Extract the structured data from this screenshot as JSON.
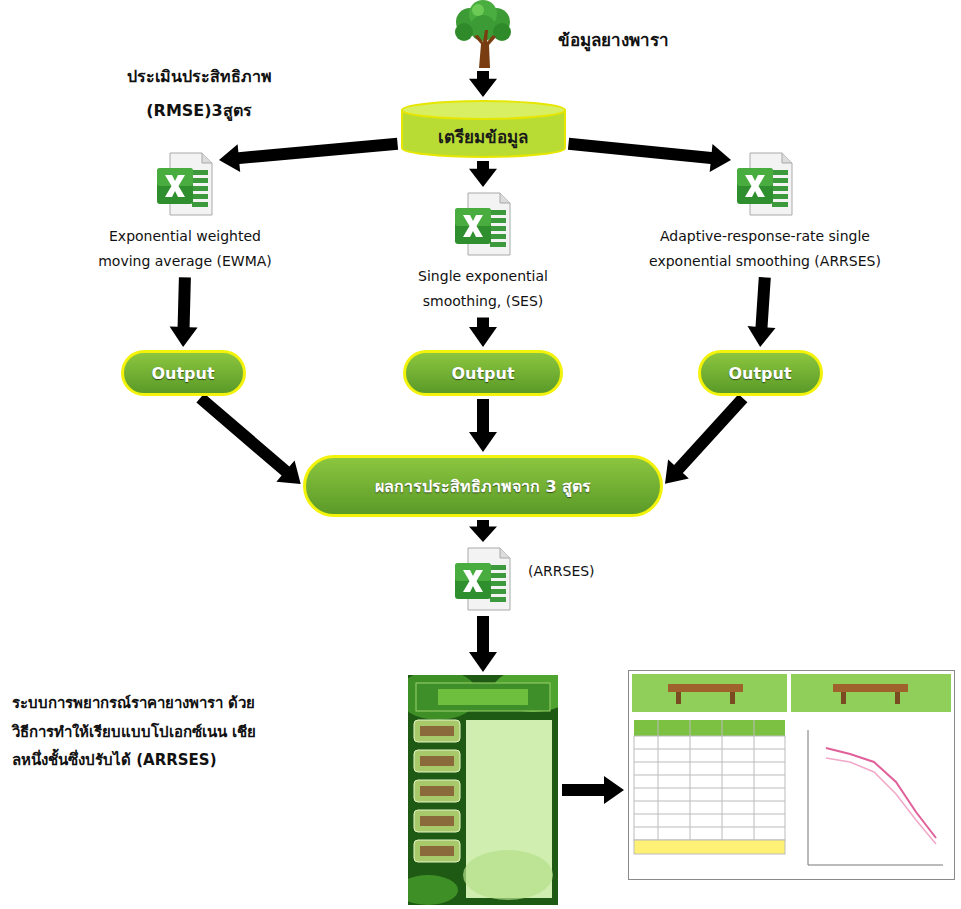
{
  "diagram": {
    "nodes": [
      {
        "text": [
          "ข้อมูลยางพารา"
        ]
      },
      {
        "text": [
          "เตรียมข้อมูล"
        ]
      },
      {
        "text": [
          "Exponential weighted moving average (EWMA)"
        ]
      },
      {
        "text": [
          "Single exponential smoothing, (SES)"
        ]
      },
      {
        "text": [
          "Adaptive-response-rate single exponential smoothing (ARRSES)"
        ]
      },
      {
        "text": [
          "Output"
        ]
      },
      {
        "text": [
          "Output"
        ]
      },
      {
        "text": [
          "Output"
        ]
      },
      {
        "text": [
          "ผลการประสิทธิภาพจาก 3 สูตร"
        ]
      },
      {
        "text": [
          "(ARRSES)"
        ]
      },
      {
        "text": [
          "ระบบการพยากรณ์ราคายางพารา ด้วยวิธีการทำให้เรียบแบบโปเอกซ์เนน เชียลหนึ่งชั้นซึ่งปรับได้ (ARRSES)"
        ]
      }
    ],
    "edges": [
      {
        "from": 0,
        "to": 1,
        "arrow": "to"
      },
      {
        "from": 1,
        "to": 2,
        "arrow": "to"
      },
      {
        "from": 1,
        "to": 3,
        "arrow": "to"
      },
      {
        "from": 1,
        "to": 4,
        "arrow": "to"
      },
      {
        "from": 2,
        "to": 5,
        "arrow": "to"
      },
      {
        "from": 3,
        "to": 6,
        "arrow": "to"
      },
      {
        "from": 4,
        "to": 7,
        "arrow": "to"
      },
      {
        "from": 5,
        "to": 8,
        "arrow": "to"
      },
      {
        "from": 6,
        "to": 8,
        "arrow": "to"
      },
      {
        "from": 7,
        "to": 8,
        "arrow": "to"
      },
      {
        "from": 8,
        "to": 9,
        "arrow": "to"
      },
      {
        "from": 9,
        "to": 10,
        "arrow": "to"
      }
    ],
    "labels": [
      "ประเมินประสิทธิภาพ (RMSE)3สูตร"
    ]
  }
}
